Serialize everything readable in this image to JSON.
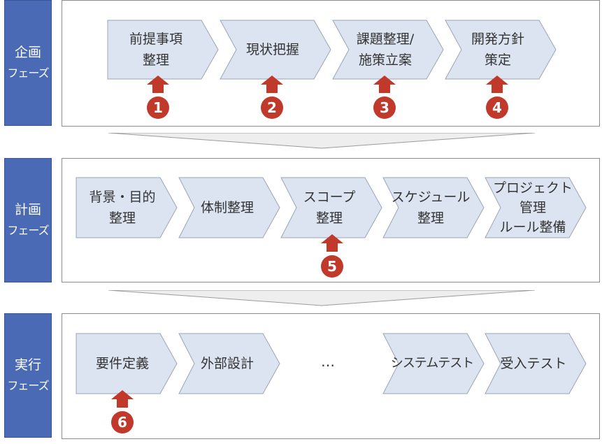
{
  "phases": [
    {
      "label1": "企画",
      "label2": "フェーズ",
      "steps": [
        {
          "line1": "前提事項",
          "line2": "整理"
        },
        {
          "line1": "現状把握",
          "line2": ""
        },
        {
          "line1": "課題整理/",
          "line2": "施策立案"
        },
        {
          "line1": "開発方針",
          "line2": "策定"
        }
      ]
    },
    {
      "label1": "計画",
      "label2": "フェーズ",
      "steps": [
        {
          "line1": "背景・目的",
          "line2": "整理"
        },
        {
          "line1": "体制整理",
          "line2": ""
        },
        {
          "line1": "スコープ",
          "line2": "整理"
        },
        {
          "line1": "スケジュール",
          "line2": "整理"
        },
        {
          "line1": "プロジェクト",
          "line2": "管理",
          "line3": "ルール整備"
        }
      ]
    },
    {
      "label1": "実行",
      "label2": "フェーズ",
      "steps": [
        {
          "line1": "要件定義",
          "line2": ""
        },
        {
          "line1": "外部設計",
          "line2": ""
        },
        {
          "line1": "システムテスト",
          "line2": ""
        },
        {
          "line1": "受入テスト",
          "line2": ""
        }
      ],
      "ellipsis": "…"
    }
  ],
  "markers": [
    "1",
    "2",
    "3",
    "4",
    "5",
    "6"
  ],
  "colors": {
    "phase_bg": "#4a6ab5",
    "chevron_fill": "#dde4f1",
    "chevron_stroke": "#9aa4b5",
    "marker": "#c0392b"
  }
}
